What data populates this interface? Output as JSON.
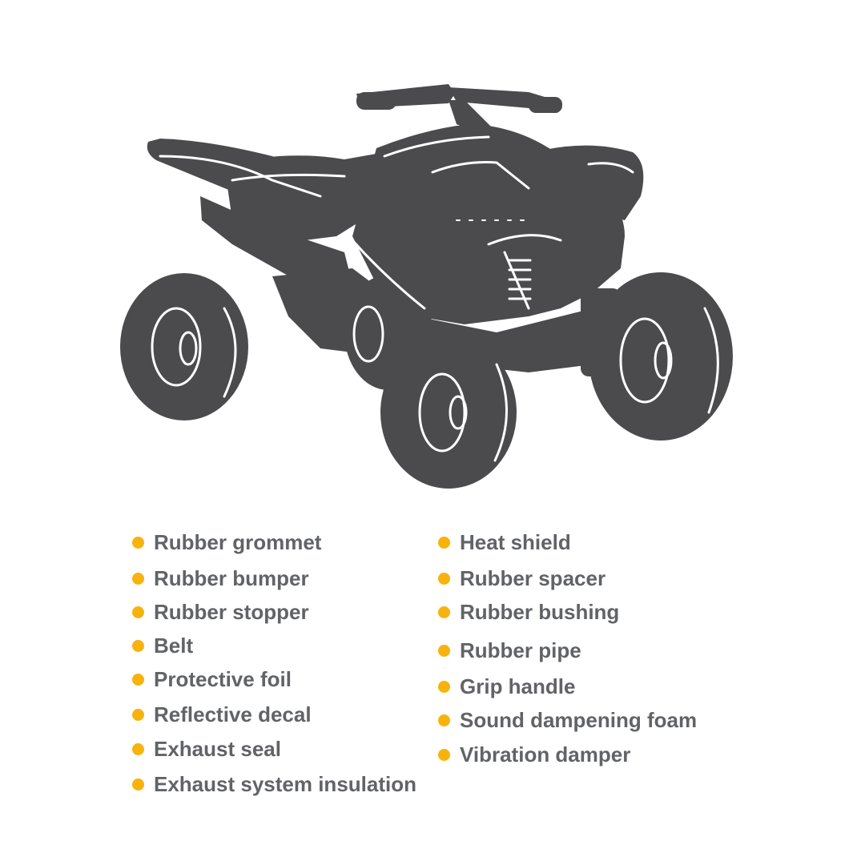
{
  "colors": {
    "vehicle": "#4b4b4d",
    "text": "#616366",
    "bullet": "#f7b30c",
    "background": "#ffffff"
  },
  "illustration": {
    "subject": "atv-quad-bike"
  },
  "parts_left": [
    "Rubber grommet",
    "Rubber bumper",
    "Rubber stopper",
    "Belt",
    "Protective foil",
    "Reflective decal",
    "Exhaust seal",
    "Exhaust system insulation"
  ],
  "parts_right": [
    "Heat shield",
    "Rubber spacer",
    "Rubber bushing",
    "Rubber pipe",
    "Grip handle",
    "Sound dampening foam",
    "Vibration damper"
  ]
}
